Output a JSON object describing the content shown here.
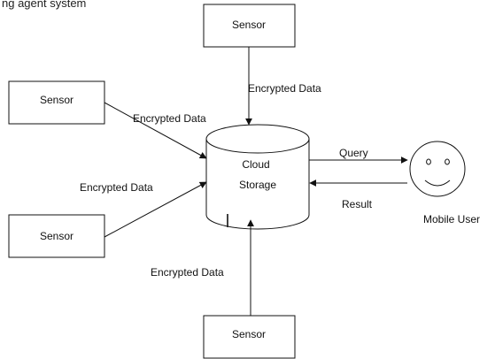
{
  "header_fragment": "ng agent system",
  "nodes": {
    "sensor_top": "Sensor",
    "sensor_left_upper": "Sensor",
    "sensor_left_lower": "Sensor",
    "sensor_bottom": "Sensor",
    "storage_line1": "Cloud",
    "storage_line2": "Storage",
    "mobile_user": "Mobile User"
  },
  "edges": {
    "top_to_storage": "Encrypted Data",
    "left_upper_to_storage": "Encrypted Data",
    "left_lower_to_storage": "Encrypted Data",
    "bottom_to_storage": "Encrypted Data",
    "storage_to_user": "Query",
    "user_to_storage": "Result"
  },
  "colors": {
    "stroke": "#111111",
    "background": "#ffffff",
    "text": "#111111"
  }
}
